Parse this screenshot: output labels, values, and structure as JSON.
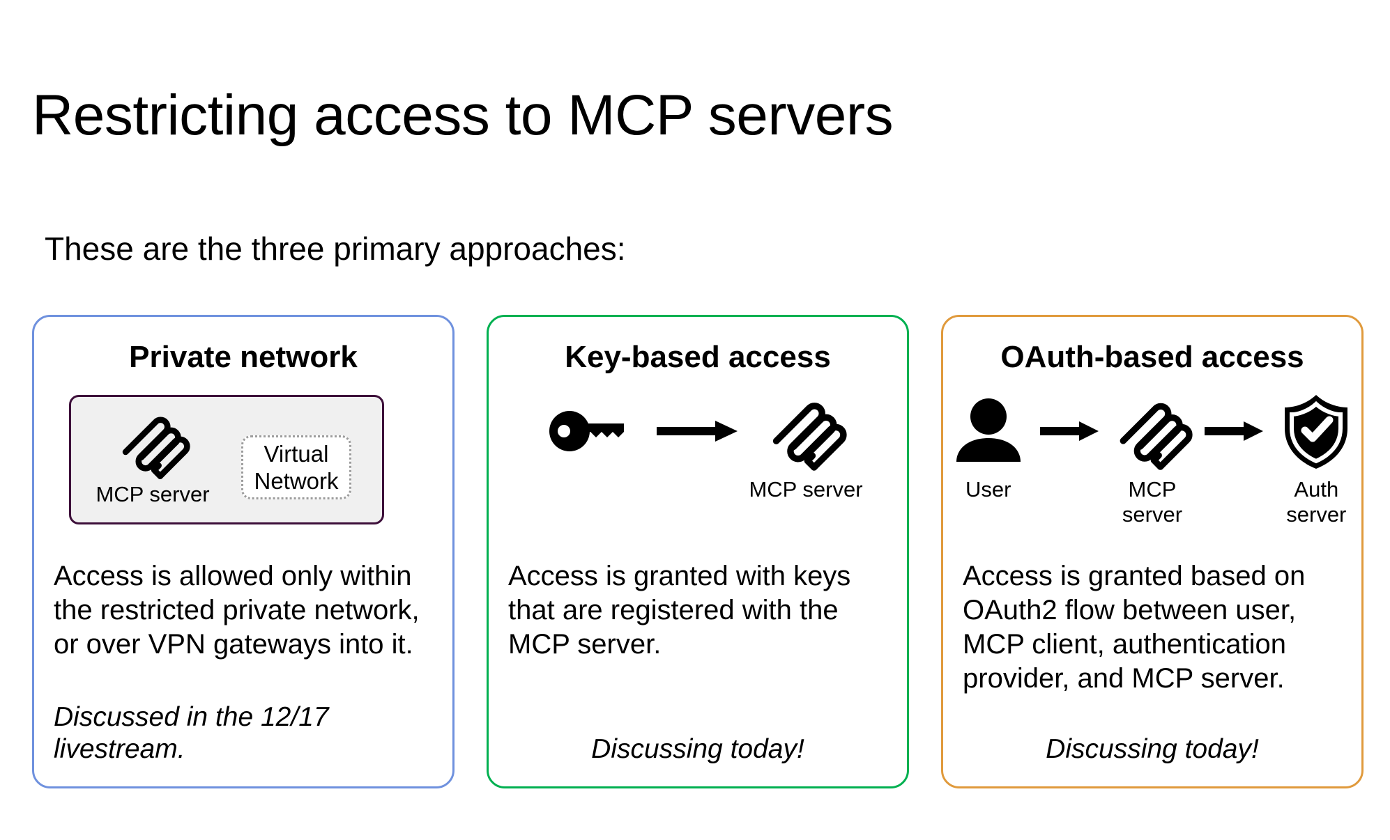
{
  "slide": {
    "title": "Restricting access to MCP servers",
    "subtitle": "These are the three primary approaches:"
  },
  "cards": [
    {
      "id": "private-network",
      "title": "Private network",
      "accent_color": "#6f91de",
      "diagram": {
        "container_border_color": "#3d0f3a",
        "container_fill_color": "#f0f0f0",
        "nodes": [
          {
            "icon": "mcp-logo-icon",
            "label": "MCP server"
          }
        ],
        "badge": "Virtual\nNetwork",
        "badge_line1": "Virtual",
        "badge_line2": "Network"
      },
      "body": "Access is allowed only within the restricted private network, or over VPN gateways into it.",
      "note": "Discussed in the 12/17 livestream."
    },
    {
      "id": "key-based-access",
      "title": "Key-based access",
      "accent_color": "#00b050",
      "diagram": {
        "nodes": [
          {
            "icon": "key-icon",
            "label": ""
          },
          {
            "icon": "arrow-right-icon",
            "label": ""
          },
          {
            "icon": "mcp-logo-icon",
            "label": "MCP server"
          }
        ]
      },
      "body": "Access is granted with keys that are registered with the MCP server.",
      "note": "Discussing today!"
    },
    {
      "id": "oauth-based-access",
      "title": "OAuth-based access",
      "accent_color": "#e09a3c",
      "diagram": {
        "nodes": [
          {
            "icon": "user-icon",
            "label": "User"
          },
          {
            "icon": "arrow-right-icon",
            "label": ""
          },
          {
            "icon": "mcp-logo-icon",
            "label": "MCP server"
          },
          {
            "icon": "arrow-right-icon",
            "label": ""
          },
          {
            "icon": "shield-check-icon",
            "label": "Auth server"
          }
        ]
      },
      "body": "Access is granted based on OAuth2 flow between user, MCP client, authentication provider, and MCP server.",
      "note": "Discussing today!"
    }
  ]
}
